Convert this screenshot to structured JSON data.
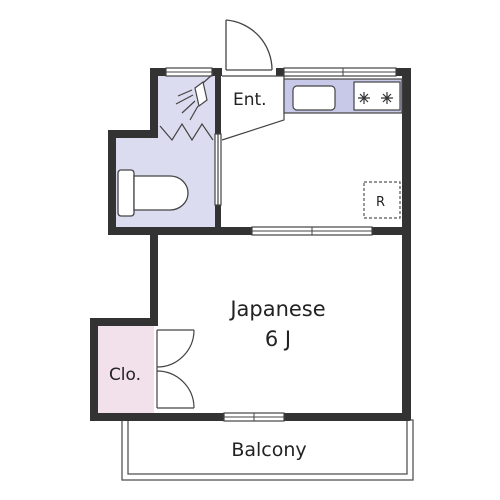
{
  "rooms": {
    "entrance": "Ent.",
    "main_room": "Japanese",
    "main_room_size": "6 J",
    "closet": "Clo.",
    "balcony": "Balcony",
    "fridge": "R"
  },
  "colors": {
    "wall": "#333333",
    "bathroom_fill": "#dcdcf0",
    "closet_fill": "#f2e0ea",
    "kitchen_fill": "#c8c8e8",
    "line": "#444444"
  },
  "icons": {
    "stove": "stove-burner-icon",
    "shower": "shower-head-icon",
    "toilet": "toilet-icon",
    "sink": "sink-icon"
  }
}
